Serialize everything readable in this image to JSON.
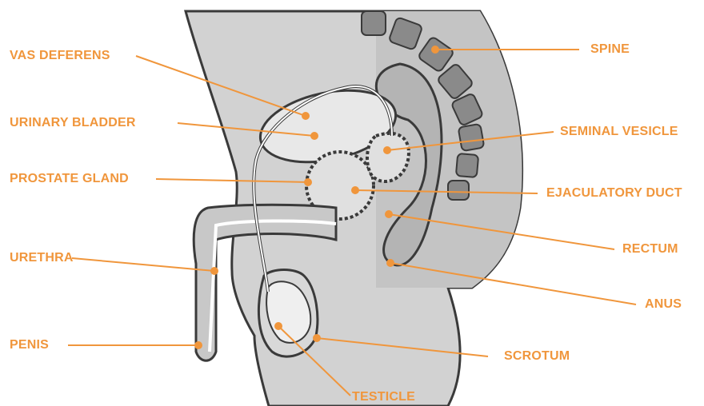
{
  "colors": {
    "label": "#f0963c",
    "outline": "#3a3a3a",
    "body_fill": "#d2d2d2",
    "organ_fill": "#b4b4b4",
    "light_fill": "#e8e8e8"
  },
  "labels": {
    "vas_deferens": "VAS DEFERENS",
    "urinary_bladder": "URINARY BLADDER",
    "prostate_gland": "PROSTATE GLAND",
    "urethra": "URETHRA",
    "penis": "PENIS",
    "spine": "SPINE",
    "seminal_vesicle": "SEMINAL VESICLE",
    "ejaculatory_duct": "EJACULATORY DUCT",
    "rectum": "RECTUM",
    "anus": "ANUS",
    "scrotum": "SCROTUM",
    "testicle": "TESTICLE"
  }
}
